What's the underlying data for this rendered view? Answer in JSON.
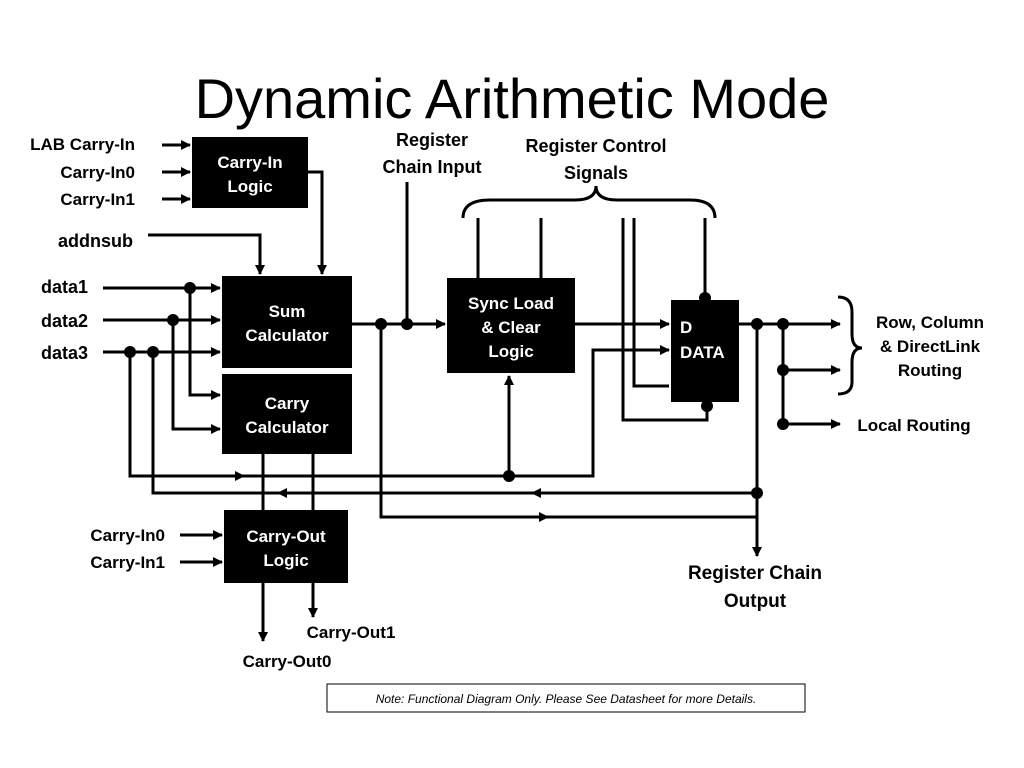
{
  "title": "Dynamic Arithmetic Mode",
  "inputs": {
    "lab_carry_in": "LAB Carry-In",
    "carry_in0_top": "Carry-In0",
    "carry_in1_top": "Carry-In1",
    "addnsub": "addnsub",
    "data1": "data1",
    "data2": "data2",
    "data3": "data3",
    "carry_in0_bottom": "Carry-In0",
    "carry_in1_bottom": "Carry-In1"
  },
  "blocks": {
    "carry_in_logic": [
      "Carry-In",
      "Logic"
    ],
    "sum_calculator": [
      "Sum",
      "Calculator"
    ],
    "carry_calculator": [
      "Carry",
      "Calculator"
    ],
    "carry_out_logic": [
      "Carry-Out",
      "Logic"
    ],
    "sync_load_clear": [
      "Sync Load",
      "& Clear",
      "Logic"
    ],
    "register": [
      "D",
      "DATA"
    ]
  },
  "labels": {
    "register_chain_input": [
      "Register",
      "Chain Input"
    ],
    "register_control_signals": [
      "Register Control",
      "Signals"
    ],
    "routing": [
      "Row, Column",
      "& DirectLink",
      "Routing"
    ],
    "local_routing": "Local Routing",
    "register_chain_output": [
      "Register Chain",
      "Output"
    ],
    "carry_out1": "Carry-Out1",
    "carry_out0": "Carry-Out0"
  },
  "note": "Note:  Functional Diagram Only.  Please See Datasheet for more Details."
}
